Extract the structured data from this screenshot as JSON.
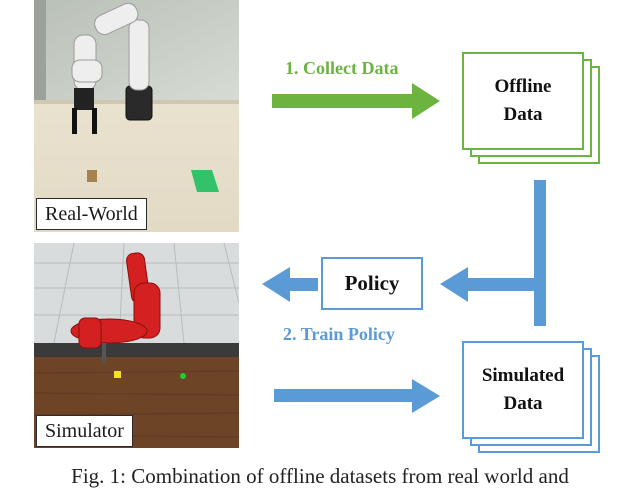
{
  "colors": {
    "collect_green": "#6db33f",
    "train_blue": "#5b9bd5"
  },
  "panels": {
    "real_label": "Real-World",
    "sim_label": "Simulator"
  },
  "steps": {
    "collect": "1. Collect Data",
    "train": "2. Train Policy"
  },
  "boxes": {
    "offline": [
      "Offline",
      "Data"
    ],
    "policy": "Policy",
    "simulated": [
      "Simulated",
      "Data"
    ]
  },
  "caption": "Fig. 1: Combination of offline datasets from real world and"
}
